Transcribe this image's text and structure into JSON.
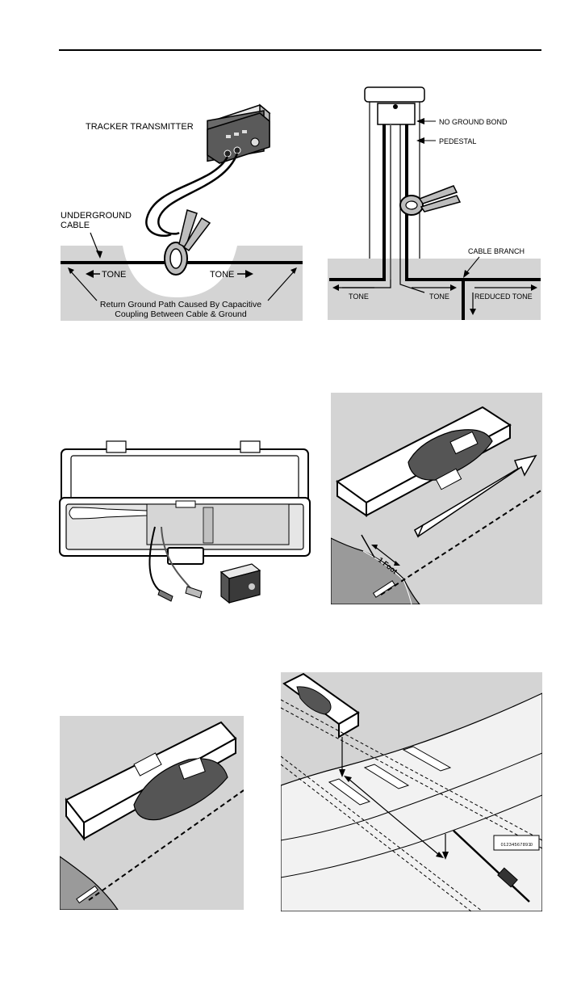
{
  "figure1": {
    "transmitter_label": "TRACKER TRANSMITTER",
    "cable_label_line1": "UNDERGROUND",
    "cable_label_line2": "CABLE",
    "tone_left": "TONE",
    "tone_right": "TONE",
    "caption_line1": "Return Ground Path Caused By Capacitive",
    "caption_line2": "Coupling Between Cable & Ground"
  },
  "figure2": {
    "no_ground_bond": "NO GROUND BOND",
    "pedestal": "PEDESTAL",
    "cable_branch": "CABLE BRANCH",
    "tone_left": "TONE",
    "tone_mid": "TONE",
    "reduced_tone": "REDUCED TONE"
  },
  "figure4": {
    "distance_label": "1 Foot"
  },
  "figure6": {
    "scale_label": "0 1 2 3 4 5 6 7 8 9 10"
  },
  "colors": {
    "ground": "#d4d4d4",
    "ground_dark": "#9a9a9a",
    "line": "#000000"
  }
}
